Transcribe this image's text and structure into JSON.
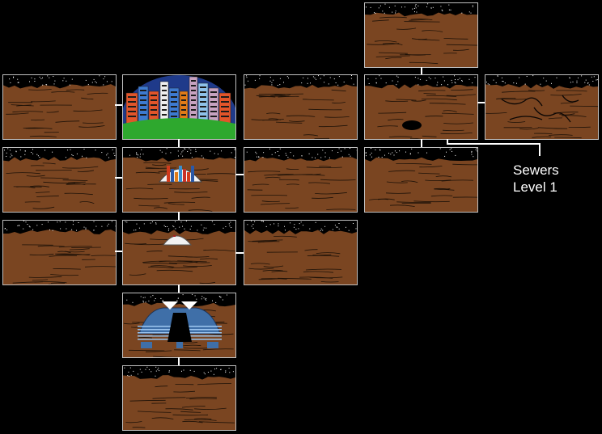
{
  "map": {
    "label_line1": "Sewers",
    "label_line2": "Level 1"
  },
  "colors": {
    "background": "#000000",
    "dirt": "#7a4521",
    "dirt_line": "#1e1208",
    "sky": "#000000",
    "star": "#ffffff",
    "connector": "#ffffff",
    "border": "#bfbfbf",
    "city_dome_sky": "#1f3a8a",
    "grass": "#2ea82e",
    "base_blue": "#3f6fa8",
    "dome_white": "#f2f2f2"
  },
  "rooms": [
    {
      "id": "r-top",
      "kind": "dirt"
    },
    {
      "id": "r-city",
      "kind": "city"
    },
    {
      "id": "r-dome",
      "kind": "dome-city"
    },
    {
      "id": "r-small-dome",
      "kind": "small-dome"
    },
    {
      "id": "r-base",
      "kind": "base"
    },
    {
      "id": "r-cave",
      "kind": "cave"
    },
    {
      "id": "r-tunnels",
      "kind": "tunnels"
    }
  ]
}
